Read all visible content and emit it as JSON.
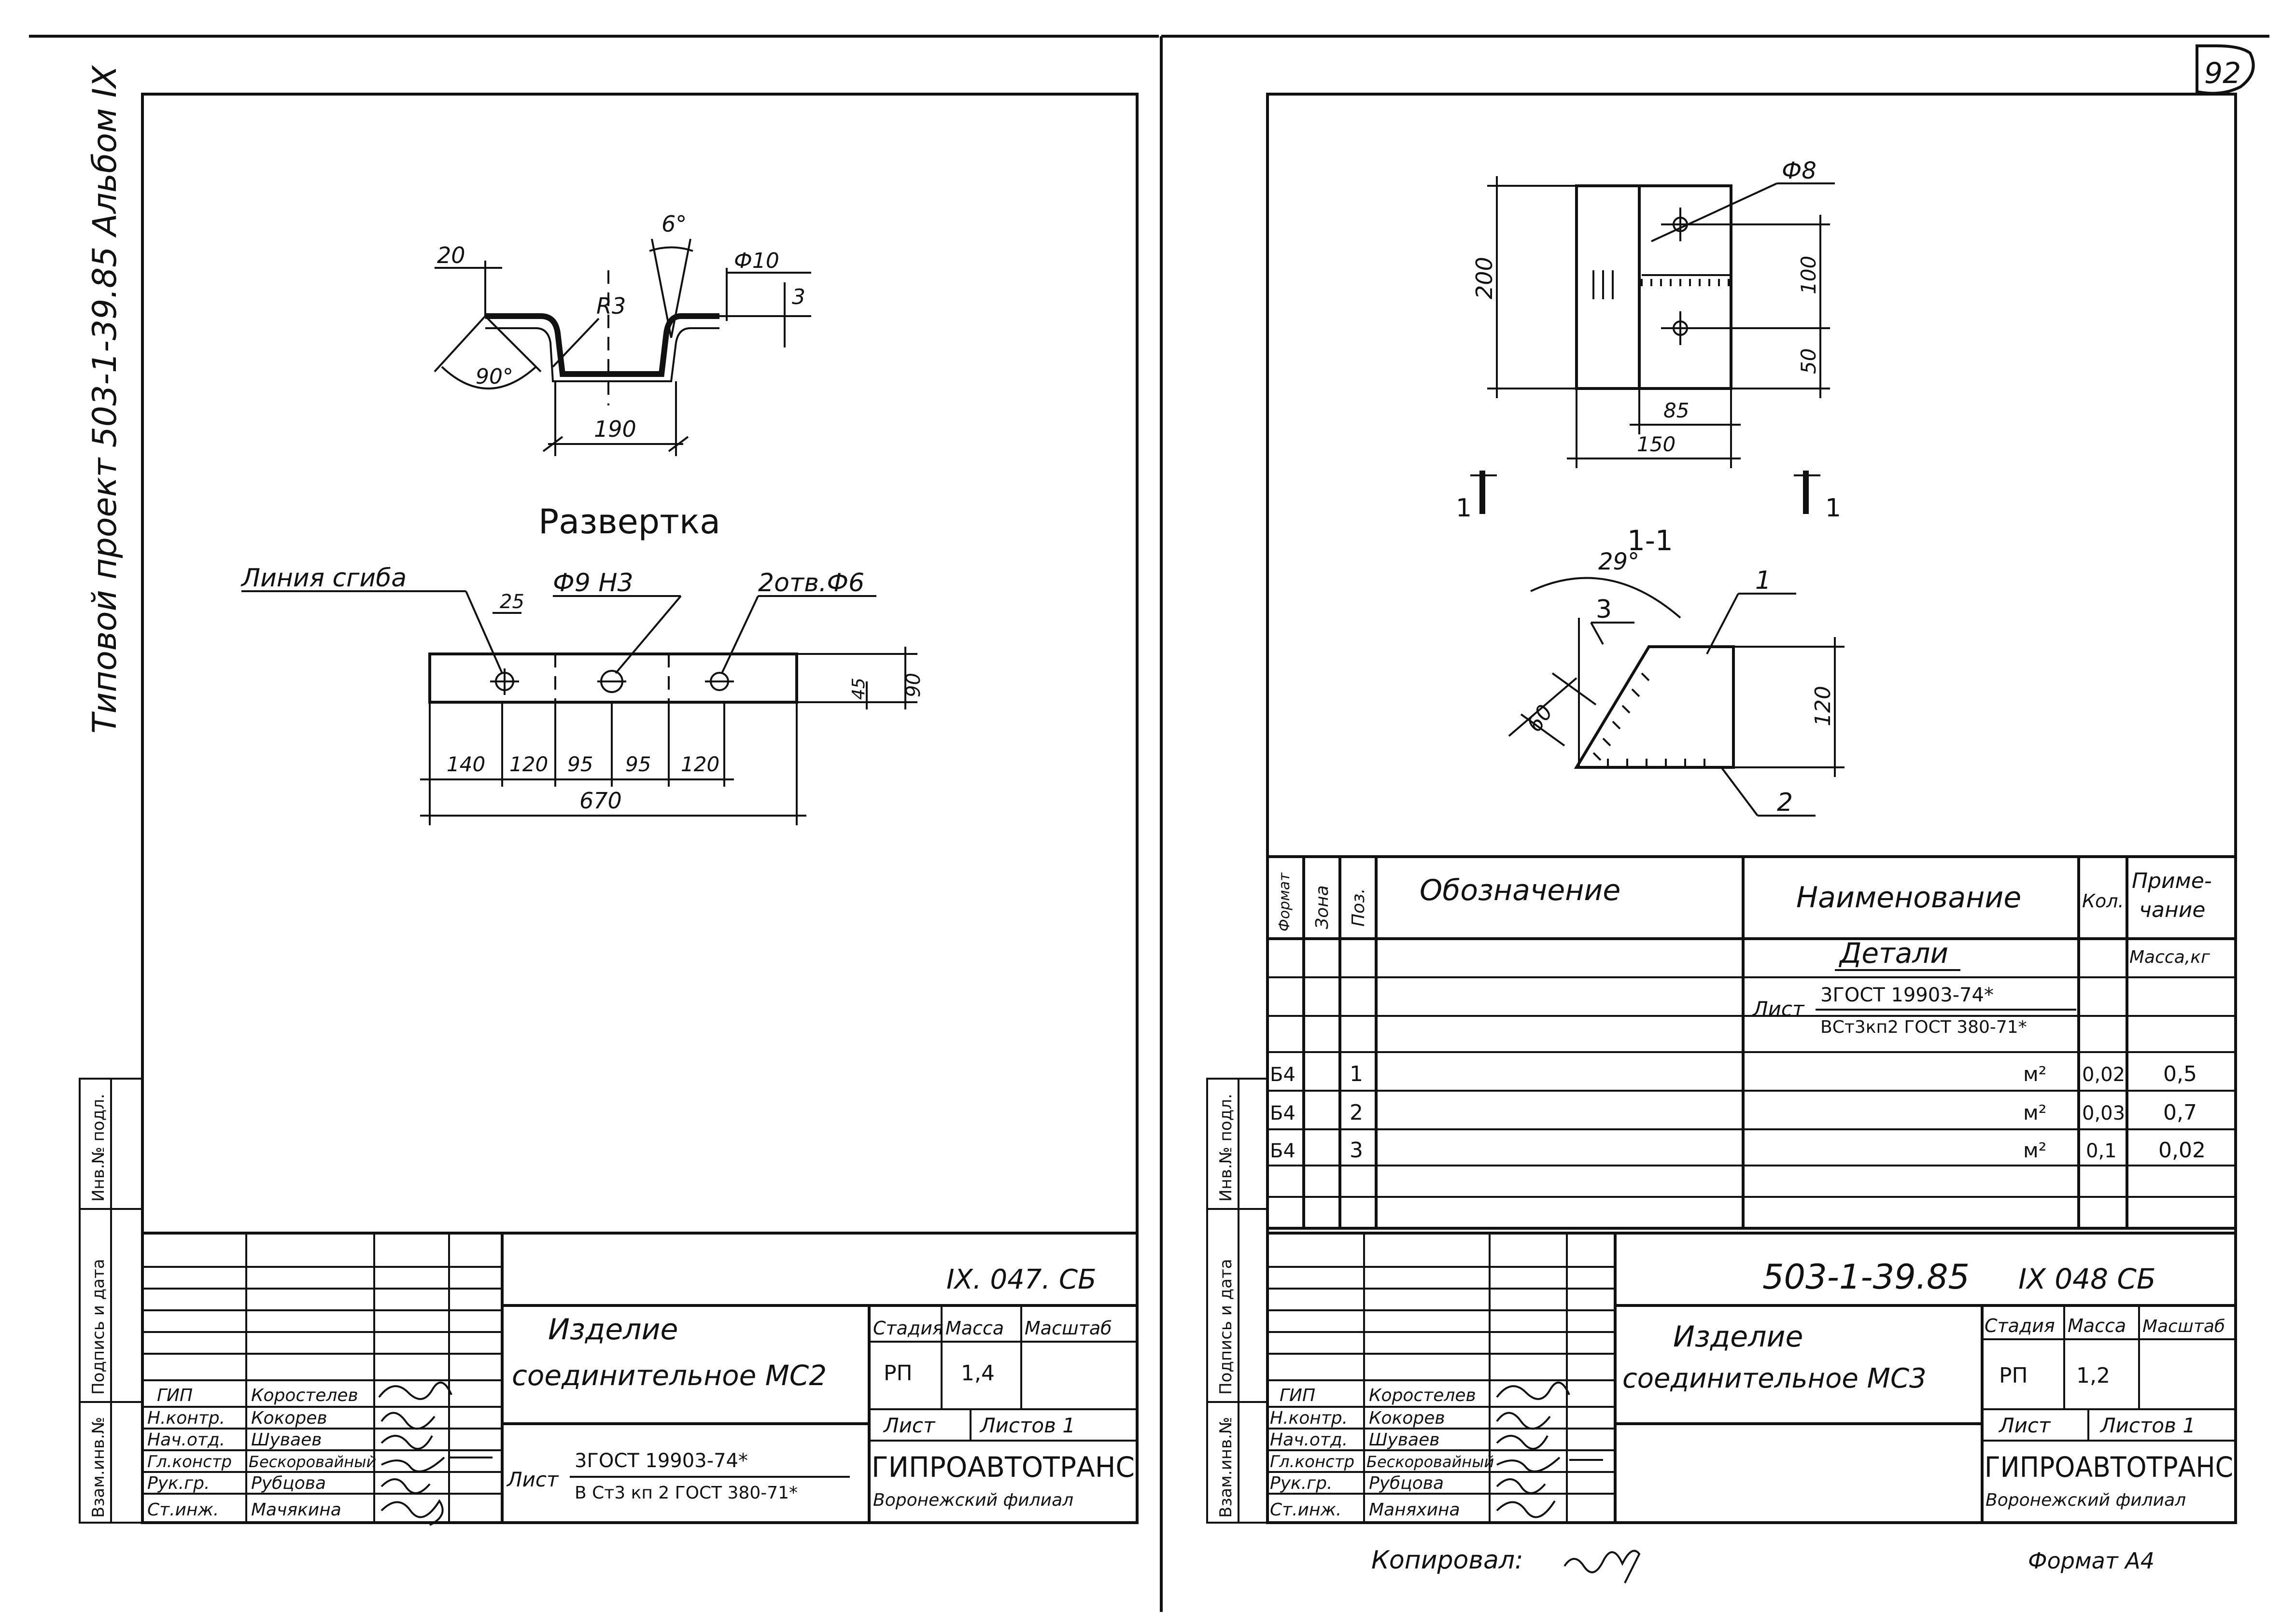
{
  "frame": {
    "side_title": "Типовой проект 503-1-39.85 Альбом IX",
    "page_number": "92",
    "copied_by": "Копировал:",
    "format": "Формат А4"
  },
  "left_sheet": {
    "dims": {
      "top_20": "20",
      "angle_6": "6°",
      "dia_10": "Ф10",
      "t_3": "3",
      "r3": "R3",
      "angle_90": "90°",
      "w_190": "190"
    },
    "development_title": "Развертка",
    "bend_line_label": "Линия сгиба",
    "dia_label": "Ф9 Н3",
    "holes_label": "2отв.Ф6",
    "dev_dims": {
      "d25": "25",
      "d45": "45",
      "d90": "90",
      "segments": [
        "140",
        "120",
        "95",
        "95",
        "120"
      ],
      "total": "670"
    },
    "side_stamp": [
      "Взам.инв.№",
      "Подпись и дата",
      "Инв.№ подл."
    ],
    "title_block": {
      "code": "IX. 047. СБ",
      "name_line1": "Изделие",
      "name_line2": "соединительное МС2",
      "stage_header": "Стадия",
      "mass_header": "Масса",
      "scale_header": "Масштаб",
      "stage": "РП",
      "mass": "1,4",
      "sheet_label": "Лист",
      "sheets_label": "Листов 1",
      "org": "ГИПРОАВТОТРАНС",
      "branch": "Воронежский филиал",
      "material_prefix": "Лист",
      "material_top": "3ГОСТ 19903-74*",
      "material_bottom": "В Ст3 кп 2 ГОСТ 380-71*",
      "staff": [
        {
          "role": "ГИП",
          "name": "Коростелев"
        },
        {
          "role": "Н.контр.",
          "name": "Кокорев"
        },
        {
          "role": "Нач.отд.",
          "name": "Шуваев"
        },
        {
          "role": "Гл.констр",
          "name": "Бескоровайный"
        },
        {
          "role": "Рук.гр.",
          "name": "Рубцова"
        },
        {
          "role": "Ст.инж.",
          "name": "Мачякина"
        }
      ]
    }
  },
  "right_sheet": {
    "dims": {
      "dia_8": "Ф8",
      "h200": "200",
      "h100": "100",
      "h50": "50",
      "w85": "85",
      "w150": "150",
      "cut_left": "1",
      "cut_right": "1",
      "section_label": "1-1",
      "angle_29": "29°",
      "leader1": "1",
      "leader2": "2",
      "leader3": "3",
      "s60": "60",
      "h120": "120"
    },
    "spec_table": {
      "headers": {
        "format": "Формат",
        "zone": "Зона",
        "pos": "Поз.",
        "designation": "Обозначение",
        "name": "Наименование",
        "qty": "Кол.",
        "note": "Приме- чание"
      },
      "section_title": "Детали",
      "mass_unit": "Масса,кг",
      "material_prefix": "Лист",
      "material_top": "3ГОСТ 19903-74*",
      "material_bottom": "ВСт3кп2 ГОСТ 380-71*",
      "rows": [
        {
          "format": "Б4",
          "pos": "1",
          "unit": "м²",
          "qty": "0,02",
          "note": "0,5"
        },
        {
          "format": "Б4",
          "pos": "2",
          "unit": "м²",
          "qty": "0,03",
          "note": "0,7"
        },
        {
          "format": "Б4",
          "pos": "3",
          "unit": "м²",
          "qty": "0,1",
          "note": "0,02"
        }
      ]
    },
    "side_stamp": [
      "Взам.инв.№",
      "Подпись и дата",
      "Инв.№ подл."
    ],
    "title_block": {
      "project": "503-1-39.85",
      "code": "IX 048 СБ",
      "name_line1": "Изделие",
      "name_line2": "соединительное МС3",
      "stage_header": "Стадия",
      "mass_header": "Масса",
      "scale_header": "Масштаб",
      "stage": "РП",
      "mass": "1,2",
      "sheet_label": "Лист",
      "sheets_label": "Листов 1",
      "org": "ГИПРОАВТОТРАНС",
      "branch": "Воронежский филиал",
      "staff": [
        {
          "role": "ГИП",
          "name": "Коростелев"
        },
        {
          "role": "Н.контр.",
          "name": "Кокорев"
        },
        {
          "role": "Нач.отд.",
          "name": "Шуваев"
        },
        {
          "role": "Гл.констр",
          "name": "Бескоровайный"
        },
        {
          "role": "Рук.гр.",
          "name": "Рубцова"
        },
        {
          "role": "Ст.инж.",
          "name": "Маняхина"
        }
      ]
    }
  }
}
